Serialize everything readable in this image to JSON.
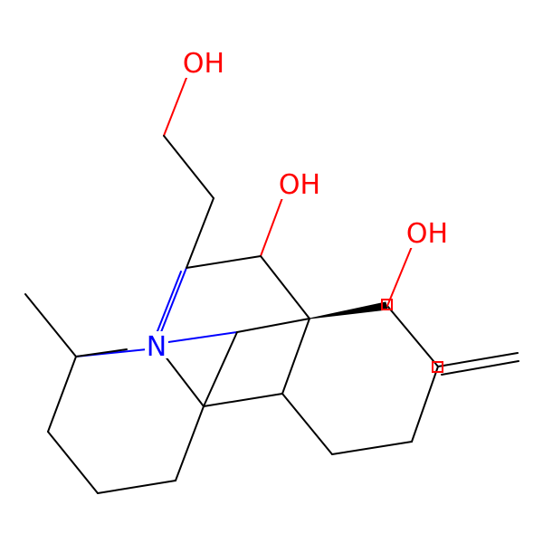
{
  "structure": {
    "atom_labels": {
      "hydroxyl_top": "OH",
      "hydroxyl_middle": "OH",
      "hydroxyl_right": "OH",
      "nitrogen": "N"
    },
    "stereo_markers": [
      "□",
      "□"
    ]
  },
  "colors": {
    "bond": "#000000",
    "oxygen": "#FF0000",
    "nitrogen": "#0000FF",
    "background": "#FFFFFF"
  }
}
